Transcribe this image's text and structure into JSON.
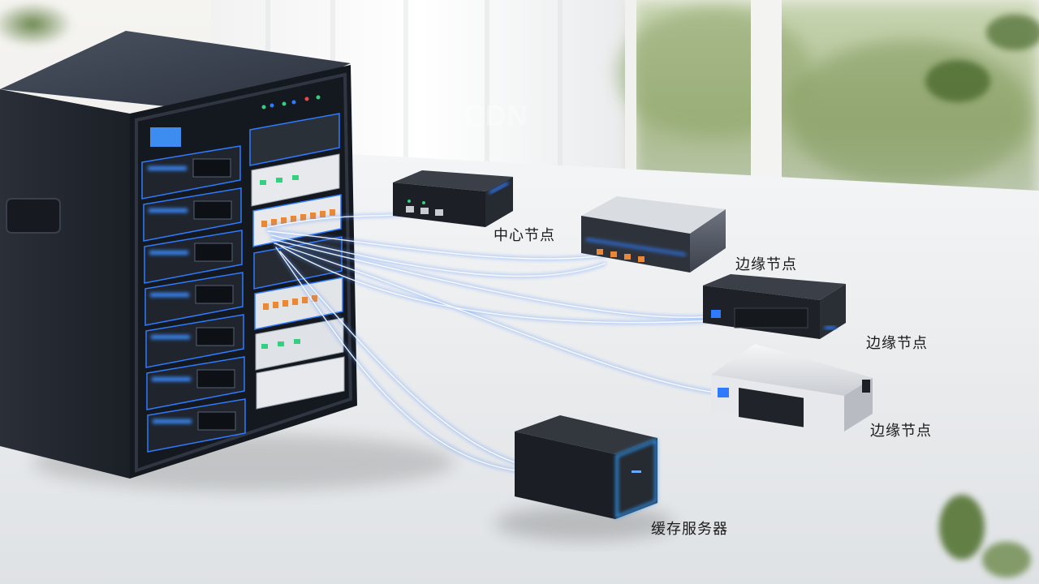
{
  "watermark": "CDN",
  "labels": {
    "center_node": "中心节点",
    "edge_node_1": "边缘节点",
    "edge_node_2": "边缘节点",
    "edge_node_3": "边缘节点",
    "cache_server": "缓存服务器"
  },
  "colors": {
    "fiber_glow": "#4d8dff",
    "led_blue": "#2f7bff",
    "led_green": "#35d07f",
    "port_orange": "#e8893a"
  }
}
